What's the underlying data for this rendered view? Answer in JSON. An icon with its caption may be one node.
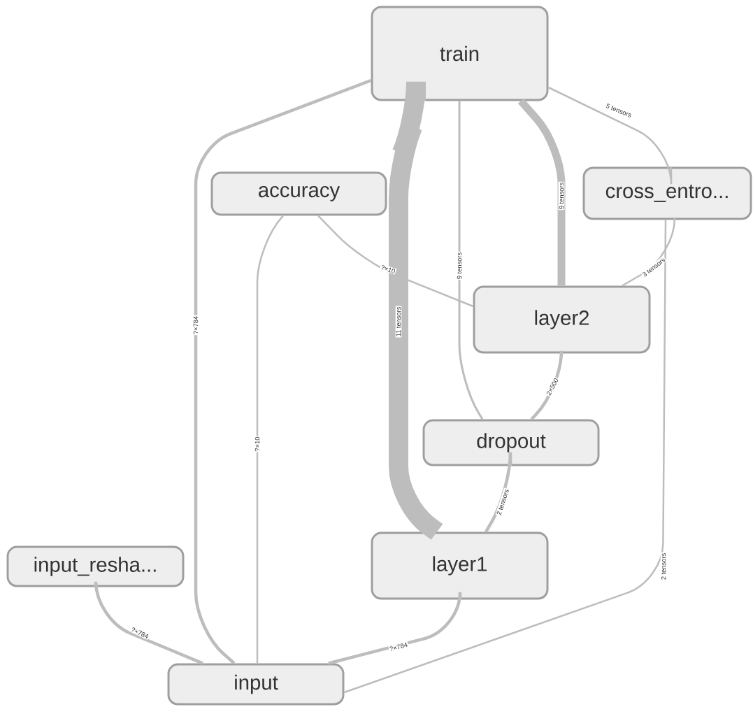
{
  "diagram": {
    "nodes": [
      {
        "text": [
          "train"
        ]
      },
      {
        "text": [
          "accuracy"
        ]
      },
      {
        "text": [
          "cross_entro..."
        ]
      },
      {
        "text": [
          "layer2"
        ]
      },
      {
        "text": [
          "dropout"
        ]
      },
      {
        "text": [
          "layer1"
        ]
      },
      {
        "text": [
          "input_resha..."
        ]
      },
      {
        "text": [
          "input"
        ]
      }
    ],
    "edges": [
      {
        "from": 0,
        "to": 7,
        "arrow": "none",
        "label": "?×784"
      },
      {
        "from": 0,
        "to": 5,
        "arrow": "none",
        "label": "11 tensors",
        "style": "thick"
      },
      {
        "from": 0,
        "to": 4,
        "arrow": "none",
        "label": "9 tensors"
      },
      {
        "from": 0,
        "to": 3,
        "arrow": "none",
        "label": "9 tensors",
        "style": "thick"
      },
      {
        "from": 0,
        "to": 2,
        "arrow": "none",
        "label": "5 tensors"
      },
      {
        "from": 1,
        "to": 3,
        "arrow": "none",
        "label": "?×10"
      },
      {
        "from": 1,
        "to": 7,
        "arrow": "none",
        "label": "?×10"
      },
      {
        "from": 2,
        "to": 3,
        "arrow": "none",
        "label": "3 tensors"
      },
      {
        "from": 2,
        "to": 7,
        "arrow": "none",
        "label": "2 tensors"
      },
      {
        "from": 3,
        "to": 4,
        "arrow": "none",
        "label": "2×500"
      },
      {
        "from": 4,
        "to": 5,
        "arrow": "none",
        "label": "2 tensors"
      },
      {
        "from": 5,
        "to": 7,
        "arrow": "none",
        "label": "?×784"
      },
      {
        "from": 6,
        "to": 7,
        "arrow": "none",
        "label": "?×784"
      }
    ]
  }
}
